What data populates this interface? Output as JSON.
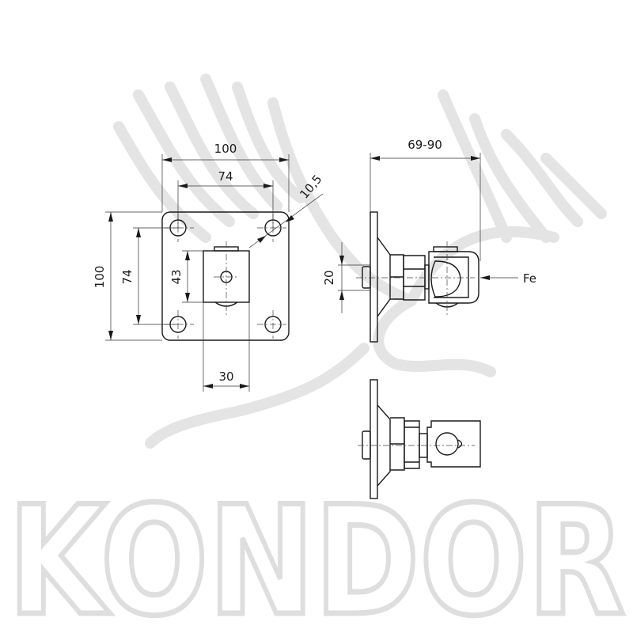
{
  "watermark": {
    "brand": "KONDOR"
  },
  "front_view": {
    "width_overall": "100",
    "hole_spacing_horizontal": "74",
    "hole_diameter": "10,5",
    "height_overall": "100",
    "hole_spacing_vertical": "74",
    "block_height": "43",
    "block_width": "30"
  },
  "side_view": {
    "adjust_range": "69-90",
    "bolt_diameter": "20",
    "force_label": "Fe"
  }
}
